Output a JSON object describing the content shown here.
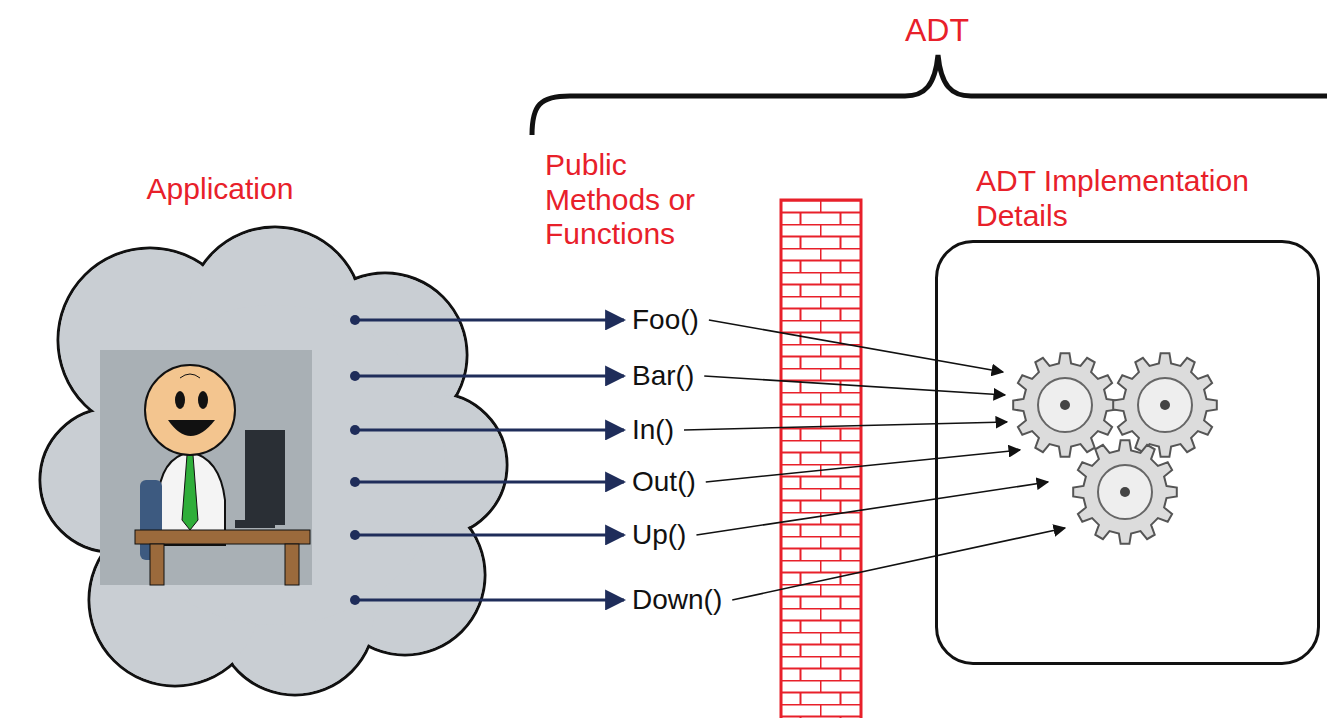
{
  "diagram": {
    "nodes": [
      {
        "text": [
          "Application"
        ]
      },
      {
        "text": [
          "Foo()"
        ]
      },
      {
        "text": [
          "Bar()"
        ]
      },
      {
        "text": [
          "In()"
        ]
      },
      {
        "text": [
          "Out()"
        ]
      },
      {
        "text": [
          "Up()"
        ]
      },
      {
        "text": [
          "Down()"
        ]
      },
      {
        "text": [
          "ADT Implementation Details"
        ]
      }
    ],
    "edges": [
      {
        "from": 0,
        "to": 1,
        "arrow": "to"
      },
      {
        "from": 0,
        "to": 2,
        "arrow": "to"
      },
      {
        "from": 0,
        "to": 3,
        "arrow": "to"
      },
      {
        "from": 0,
        "to": 4,
        "arrow": "to"
      },
      {
        "from": 0,
        "to": 5,
        "arrow": "to"
      },
      {
        "from": 0,
        "to": 6,
        "arrow": "to"
      },
      {
        "from": 1,
        "to": 7,
        "arrow": "to"
      },
      {
        "from": 2,
        "to": 7,
        "arrow": "to"
      },
      {
        "from": 3,
        "to": 7,
        "arrow": "to"
      },
      {
        "from": 4,
        "to": 7,
        "arrow": "to"
      },
      {
        "from": 5,
        "to": 7,
        "arrow": "to"
      },
      {
        "from": 6,
        "to": 7,
        "arrow": "to"
      }
    ],
    "labels": [
      "ADT",
      "Public Methods or Functions"
    ]
  }
}
